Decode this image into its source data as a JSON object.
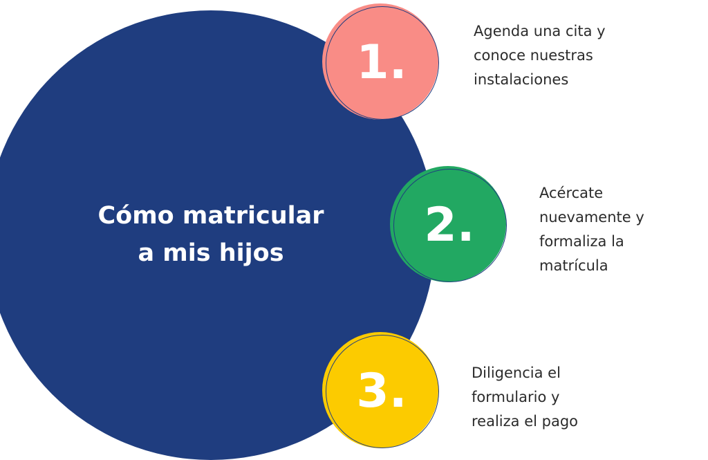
{
  "title": {
    "lines": [
      "Cómo matricular",
      "a mis hijos"
    ]
  },
  "steps": [
    {
      "number": "1.",
      "color": "#f98c86",
      "lines": [
        "Agenda una cita y",
        "conoce nuestras",
        "instalaciones"
      ]
    },
    {
      "number": "2.",
      "color": "#22a862",
      "lines": [
        "Acércate",
        "nuevamente y",
        "formaliza la",
        "matrícula"
      ]
    },
    {
      "number": "3.",
      "color": "#fccb00",
      "lines": [
        "Diligencia el",
        "formulario y",
        "realiza el pago"
      ]
    }
  ],
  "colors": {
    "main_circle": "#1f3d7f",
    "text": "#2b2b2b"
  }
}
